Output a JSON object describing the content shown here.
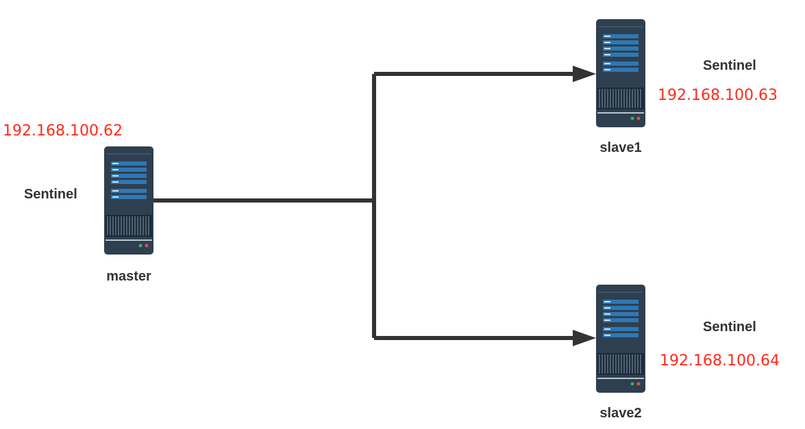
{
  "nodes": {
    "master": {
      "name": "master",
      "role_label": "Sentinel",
      "ip": "192.168.100.62"
    },
    "slave1": {
      "name": "slave1",
      "role_label": "Sentinel",
      "ip": "192.168.100.63"
    },
    "slave2": {
      "name": "slave2",
      "role_label": "Sentinel",
      "ip": "192.168.100.64"
    }
  },
  "colors": {
    "ip_text": "#ff2a1a",
    "label_text": "#333333",
    "connector": "#333333",
    "server_body": "#2e3f4f",
    "server_bar": "#2f78b4",
    "led_green": "#3fae5f",
    "led_red": "#e2504c"
  },
  "icons": {
    "server": "server-rack-icon"
  }
}
